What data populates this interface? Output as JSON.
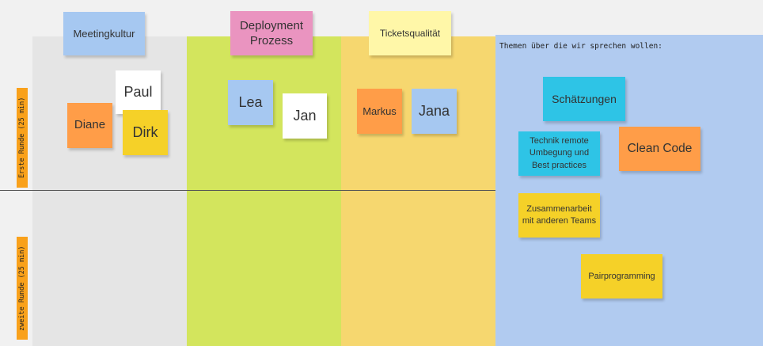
{
  "board": {
    "row_labels": [
      "Erste Runde (25 min)",
      "zweite Runde (25 min)"
    ],
    "themen_title": "Themen über die wir sprechen wollen:"
  },
  "topics": {
    "meetingkultur": "Meetingkultur",
    "deployment": "Deployment Prozess",
    "tickets": "Ticketsqualität"
  },
  "people": {
    "paul": "Paul",
    "diane": "Diane",
    "dirk": "Dirk",
    "lea": "Lea",
    "jan": "Jan",
    "markus": "Markus",
    "jana": "Jana"
  },
  "themes": {
    "schaetzungen": "Schätzungen",
    "technik": "Technik remote Umbegung und Best practices",
    "cleancode": "Clean Code",
    "zusammenarbeit": "Zusammenarbeit mit anderen Teams",
    "pairprogramming": "Pairprogramming"
  },
  "colors": {
    "gray_column": "#e5e5e5",
    "green_column": "#d3e55d",
    "yellow_column": "#f6d76f",
    "blue_column": "#b1cbf0",
    "label_orange": "#f9a11b"
  }
}
